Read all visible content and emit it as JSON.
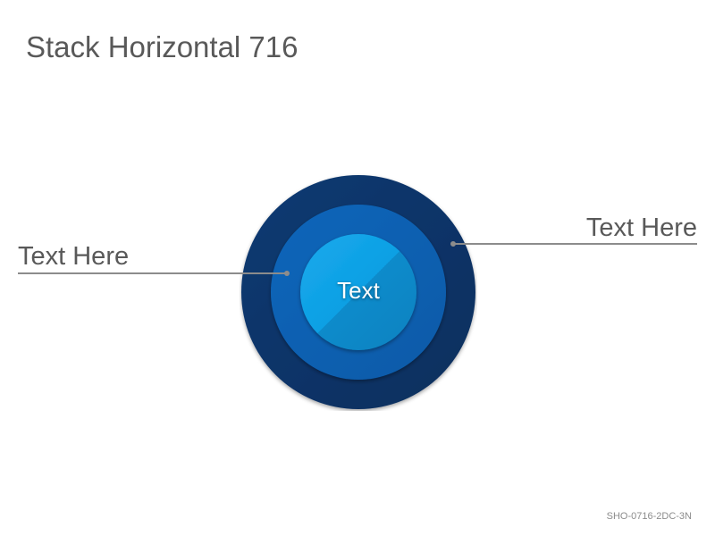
{
  "title": "Stack Horizontal 716",
  "center_label": "Text",
  "callouts": {
    "left": "Text Here",
    "right": "Text Here"
  },
  "footer_code": "SHO-0716-2DC-3N",
  "colors": {
    "outer_ring": "#0c3468",
    "middle_ring": "#0b62b4",
    "inner_circle_light": "#13a3e6",
    "inner_circle_dark": "#0c86c6",
    "line": "#8c8c8c",
    "text": "#595959"
  }
}
